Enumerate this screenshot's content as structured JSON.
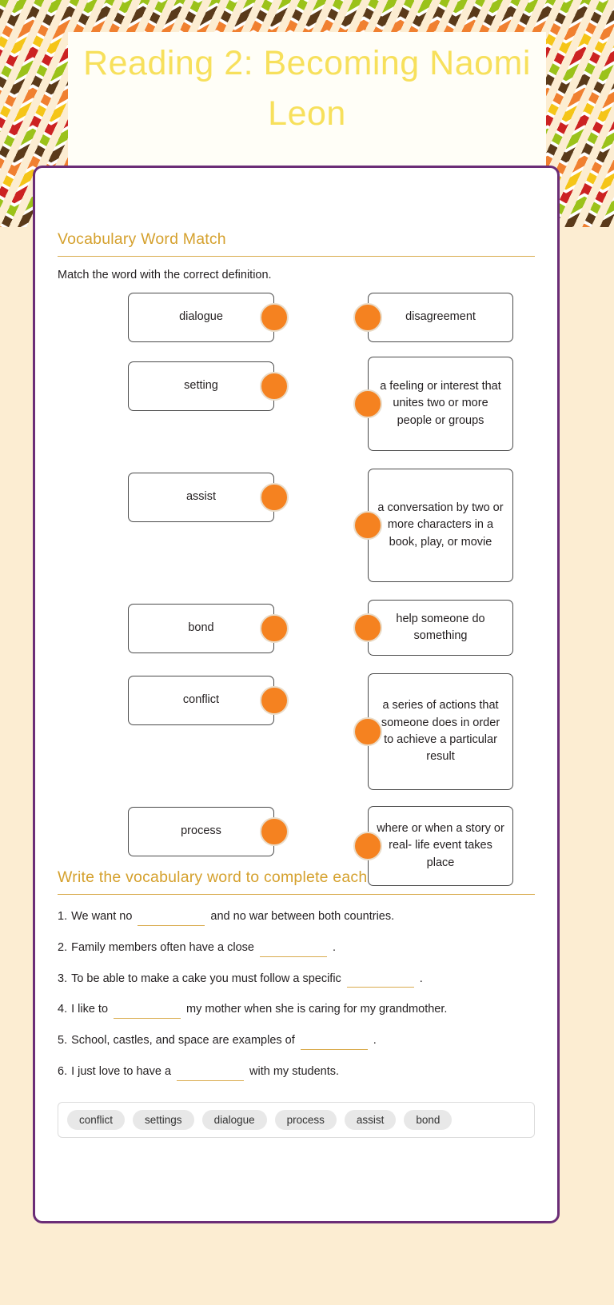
{
  "header": {
    "title": "Reading 2: Becoming Naomi Leon",
    "title_color": "#f7e05c"
  },
  "theme": {
    "card_border": "#6b2d77",
    "accent_gold": "#d5a12e",
    "dot_orange": "#f58220",
    "page_background": "#fcedd2",
    "chevron_colors": [
      "#cc2222",
      "#9bc21a",
      "#5a3a1a",
      "#f08030",
      "#f5c518"
    ]
  },
  "match_section": {
    "heading": "Vocabulary Word Match",
    "instruction": "Match the word with the correct definition.",
    "words": [
      {
        "label": "dialogue"
      },
      {
        "label": "setting"
      },
      {
        "label": "assist"
      },
      {
        "label": "bond"
      },
      {
        "label": "conflict"
      },
      {
        "label": "process"
      }
    ],
    "definitions": [
      {
        "label": "disagreement"
      },
      {
        "label": "a feeling or interest that unites two or more people or groups"
      },
      {
        "label": "a conversation by two or more characters in a book, play, or movie"
      },
      {
        "label": "help someone do something"
      },
      {
        "label": "a series of actions that someone does in order to achieve a particular result"
      },
      {
        "label": "where or when a story or real- life event takes place"
      }
    ]
  },
  "fill_section": {
    "heading": "Write the vocabulary word to complete each sentence.",
    "items": [
      {
        "number": "1.",
        "before": "We want no",
        "after": "and no war between both countries."
      },
      {
        "number": "2.",
        "before": "Family members often have a close",
        "after": "."
      },
      {
        "number": "3.",
        "before": "To be able to make a cake you must follow a specific",
        "after": "."
      },
      {
        "number": "4.",
        "before": "I like to",
        "after": "my mother when she is caring for my grandmother."
      },
      {
        "number": "5.",
        "before": "School, castles, and space are examples of",
        "after": "."
      },
      {
        "number": "6.",
        "before": "I just love to have a",
        "after": "with my students."
      }
    ],
    "word_bank": [
      "conflict",
      "settings",
      "dialogue",
      "process",
      "assist",
      "bond"
    ]
  }
}
